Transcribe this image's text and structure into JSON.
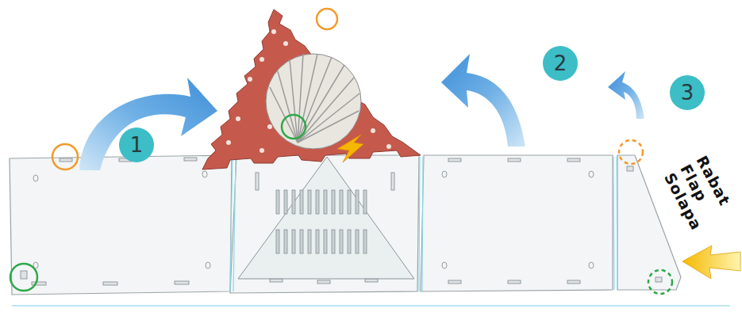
{
  "diagram": {
    "nodes": [
      {
        "text": [
          "1"
        ]
      },
      {
        "text": [
          "2"
        ]
      },
      {
        "text": [
          "3"
        ]
      }
    ],
    "labels": [
      "Rabat",
      "Flap",
      "Solapa"
    ]
  }
}
